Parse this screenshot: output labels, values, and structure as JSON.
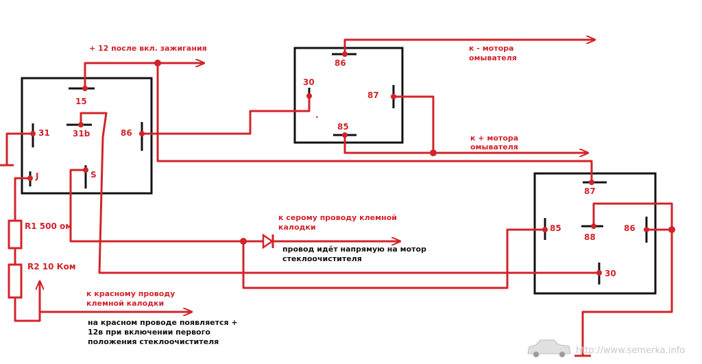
{
  "colors": {
    "wire": "#d2232a",
    "box": "#111111",
    "text_red": "#d2232a",
    "text_black": "#111111",
    "watermark": "#c8c8c8"
  },
  "annotations": {
    "ign": "+ 12 после вкл. зажигания",
    "motor_minus_1": "к - мотора",
    "motor_minus_2": "омывателя",
    "motor_plus_1": "к + мотора",
    "motor_plus_2": "омывателя",
    "grey_1": "к серому проводу клемной",
    "grey_2": "калодки",
    "direct_1": "провод идёт напрямую на мотор",
    "direct_2": "стеклоочистителя",
    "red_1": "к красному проводу",
    "red_2": "клемной калодки",
    "note_1": "на красном проводе появляется +",
    "note_2": "12в при включении первого",
    "note_3": "положения стеклоочистителя",
    "r1": "R1 500 ом",
    "r2": "R2 10 Ком"
  },
  "relay_a": {
    "p15": "15",
    "p31": "31",
    "p31b": "31b",
    "p86": "86",
    "pJ": "J",
    "pS": "S"
  },
  "relay_b": {
    "p86": "86",
    "p30": "30",
    "p87": "87",
    "p85": "85",
    "dot": "."
  },
  "relay_c": {
    "p87": "87",
    "p85": "85",
    "p88": "88",
    "p86": "86",
    "p30": "30"
  },
  "watermark": {
    "text": "http://www.semerka.info",
    "icon": "car-icon"
  }
}
